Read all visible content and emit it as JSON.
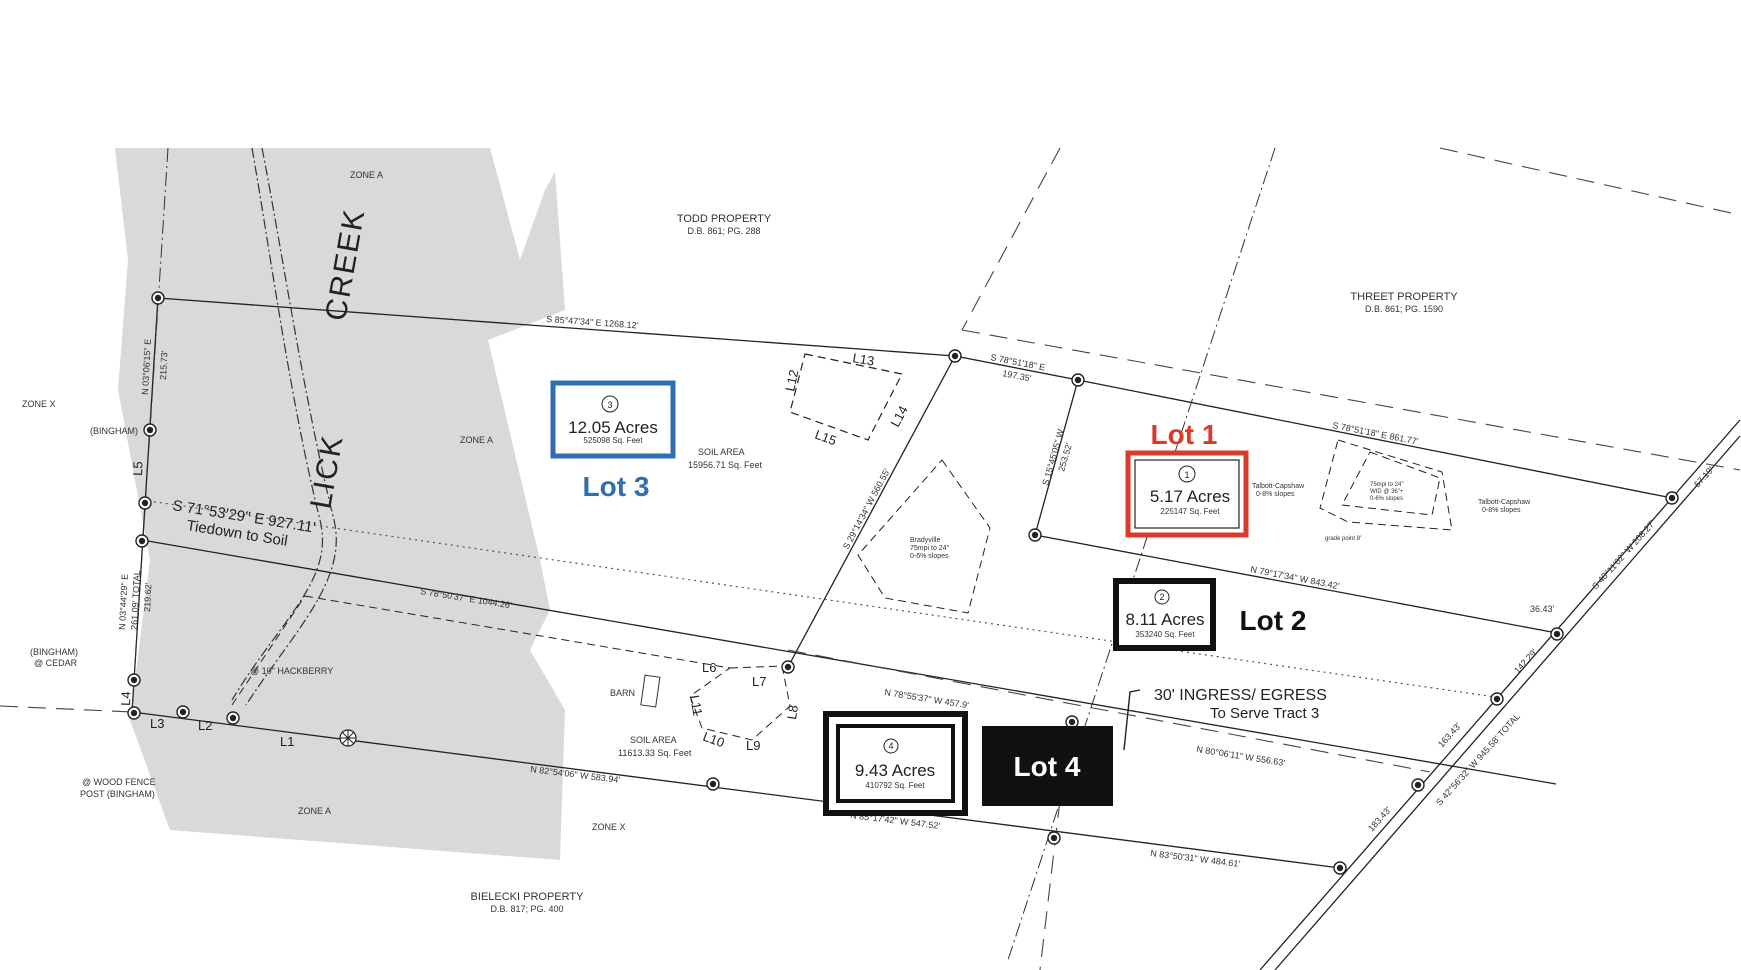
{
  "colors": {
    "lot1": "#d93b2b",
    "lot2": "#111111",
    "lot3": "#2f6fb0",
    "lot4": "#111111",
    "creek_zone": "#d9d9d9"
  },
  "lots": {
    "lot1": {
      "label": "Lot 1",
      "num": "1",
      "acres": "5.17 Acres",
      "sqft": "225147 Sq. Feet"
    },
    "lot2": {
      "label": "Lot 2",
      "num": "2",
      "acres": "8.11 Acres",
      "sqft": "353240 Sq. Feet"
    },
    "lot3": {
      "label": "Lot 3",
      "num": "3",
      "acres": "12.05 Acres",
      "sqft": "525098 Sq. Feet"
    },
    "lot4": {
      "label": "Lot 4",
      "num": "4",
      "acres": "9.43 Acres",
      "sqft": "410792 Sq. Feet"
    }
  },
  "creek": {
    "name_a": "LICK",
    "name_b": "CREEK"
  },
  "properties": {
    "todd": {
      "name": "TODD PROPERTY",
      "deed": "D.B. 861; PG. 288"
    },
    "threet": {
      "name": "THREET PROPERTY",
      "deed": "D.B. 861; PG. 1590"
    },
    "bielecki": {
      "name": "BIELECKI PROPERTY",
      "deed": "D.B. 817; PG. 400"
    },
    "bingham": "(BINGHAM)",
    "bingham_cedar_1": "(BINGHAM)",
    "bingham_cedar_2": "@ CEDAR",
    "wood_fence_1": "@ WOOD FENCE",
    "wood_fence_2": "POST (BINGHAM)",
    "hackberry": "@ 10\" HACKBERRY"
  },
  "zones": {
    "zone_a_top": "ZONE A",
    "zone_a_mid": "ZONE A",
    "zone_a_bot": "ZONE A",
    "zone_x_left": "ZONE X",
    "zone_x_bot": "ZONE X"
  },
  "bearings": {
    "north_line": "S 85°47'34\" E  1268.12'",
    "lot1_top": "S 78°51'18\" E",
    "lot1_top_dist": "197.35'",
    "lot1_top_right": "S 78°51'18\" E  861.77'",
    "tiedown": "S 71°53'29\" E  927.11'",
    "tiedown_sub": "Tiedown to Soil",
    "line_mid": "S 78°50'37\" E  1044.26'",
    "lot2_line": "N 79°17'34\" W  843.42'",
    "line_lot4_top": "N 78°55'37\" W  457.9'",
    "line_lot4_mid": "N 80°06'11\" W  556.63'",
    "south_w": "N 82°54'06\" W  583.94'",
    "south_mid": "N 85°17'42\" W  547.52'",
    "south_e": "N 83°50'31\" W  484.61'",
    "west_top": "N 03°06'15\" E",
    "west_top_dist": "215.73'",
    "west_bot": "N 03°44'29\" E",
    "west_bot_2": "261.09' TOTAL",
    "west_bot_3": "219.62'",
    "diag1": "S 29°14'34\" W  560.55'",
    "diag2": "S 15°45'05\" W",
    "diag2_dist": "253.52'",
    "east_1": "S 40°11'02\" W  208.27'",
    "east_2": "S 42°56'32\" W  945.58' TOTAL",
    "east_d1": "57.19'",
    "east_d2": "36.43'",
    "east_d3": "142.29'",
    "east_d4": "163.43'",
    "east_d5": "183.43'"
  },
  "features": {
    "soil_area_1": "SOIL AREA",
    "soil_area_1_sqft": "15956.71 Sq. Feet",
    "soil_area_2": "SOIL AREA",
    "soil_area_2_sqft": "11613.33 Sq. Feet",
    "barn": "BARN",
    "bradyville_1": "Bradyville",
    "bradyville_2": "75mpi to 24\"",
    "bradyville_3": "0-6% slopes",
    "capshaw_1": "Talbott-Capshaw",
    "capshaw_2": "0-8% slopes",
    "capshaw_r1": "Talbott-Capshaw",
    "capshaw_r2": "0-8% slopes",
    "lot1_soil_1": "75mpi to 24\"",
    "lot1_soil_2": "WID @ 36\"+",
    "lot1_soil_3": "0-6% slopes",
    "grade_pt": "grade point 8'",
    "ingress_1": "30' INGRESS/ EGRESS",
    "ingress_2": "To Serve Tract 3"
  },
  "line_labels": [
    "L1",
    "L2",
    "L3",
    "L4",
    "L5",
    "L6",
    "L7",
    "L8",
    "L9",
    "L10",
    "L11",
    "L12",
    "L13",
    "L14",
    "L15"
  ]
}
